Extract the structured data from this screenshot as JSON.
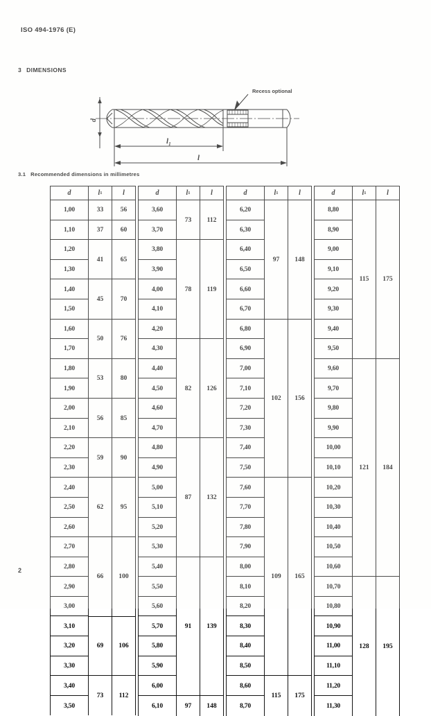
{
  "document": {
    "header": "ISO 494-1976 (E)",
    "page_number": "2"
  },
  "section": {
    "number": "3",
    "title": "DIMENSIONS"
  },
  "figure": {
    "label_diameter": "d",
    "label_length_flute": "l",
    "label_length_flute_sub": "1",
    "label_length_total": "l",
    "callout": "Recess optional"
  },
  "subsection": {
    "number": "3.1",
    "title": "Recommended dimensions in millimetres"
  },
  "table": {
    "headers": [
      "d",
      "l",
      "l"
    ],
    "header_sub": [
      "",
      "1",
      ""
    ],
    "blocks": [
      {
        "d": [
          "1,00",
          "1,10",
          "1,20",
          "1,30",
          "1,40",
          "1,50",
          "1,60",
          "1,70",
          "1,80",
          "1,90",
          "2,00",
          "2,10",
          "2,20",
          "2,30",
          "2,40",
          "2,50",
          "2,60",
          "2,70",
          "2,80",
          "2,90",
          "3,00",
          "3,10",
          "3,20",
          "3,30",
          "3,40",
          "3,50"
        ],
        "groups": [
          {
            "span": 1,
            "l1": "33",
            "l": "56"
          },
          {
            "span": 1,
            "l1": "37",
            "l": "60"
          },
          {
            "span": 2,
            "l1": "41",
            "l": "65"
          },
          {
            "span": 2,
            "l1": "45",
            "l": "70"
          },
          {
            "span": 2,
            "l1": "50",
            "l": "76"
          },
          {
            "span": 2,
            "l1": "53",
            "l": "80"
          },
          {
            "span": 2,
            "l1": "56",
            "l": "85"
          },
          {
            "span": 2,
            "l1": "59",
            "l": "90"
          },
          {
            "span": 3,
            "l1": "62",
            "l": "95"
          },
          {
            "span": 4,
            "l1": "66",
            "l": "100"
          },
          {
            "span": 3,
            "l1": "69",
            "l": "106"
          },
          {
            "span": 2,
            "l1": "73",
            "l": "112"
          }
        ]
      },
      {
        "d": [
          "3,60",
          "3,70",
          "3,80",
          "3,90",
          "4,00",
          "4,10",
          "4,20",
          "4,30",
          "4,40",
          "4,50",
          "4,60",
          "4,70",
          "4,80",
          "4,90",
          "5,00",
          "5,10",
          "5,20",
          "5,30",
          "5,40",
          "5,50",
          "5,60",
          "5,70",
          "5,80",
          "5,90",
          "6,00",
          "6,10"
        ],
        "groups": [
          {
            "span": 2,
            "l1": "73",
            "l": "112"
          },
          {
            "span": 5,
            "l1": "78",
            "l": "119"
          },
          {
            "span": 5,
            "l1": "82",
            "l": "126"
          },
          {
            "span": 6,
            "l1": "87",
            "l": "132"
          },
          {
            "span": 7,
            "l1": "91",
            "l": "139"
          },
          {
            "span": 1,
            "l1": "97",
            "l": "148"
          }
        ]
      },
      {
        "d": [
          "6,20",
          "6,30",
          "6,40",
          "6,50",
          "6,60",
          "6,70",
          "6,80",
          "6,90",
          "7,00",
          "7,10",
          "7,20",
          "7,30",
          "7,40",
          "7,50",
          "7,60",
          "7,70",
          "7,80",
          "7,90",
          "8,00",
          "8,10",
          "8,20",
          "8,30",
          "8,40",
          "8,50",
          "8,60",
          "8,70"
        ],
        "groups": [
          {
            "span": 6,
            "l1": "97",
            "l": "148"
          },
          {
            "span": 8,
            "l1": "102",
            "l": "156"
          },
          {
            "span": 10,
            "l1": "109",
            "l": "165"
          },
          {
            "span": 2,
            "l1": "115",
            "l": "175"
          }
        ]
      },
      {
        "d": [
          "8,80",
          "8,90",
          "9,00",
          "9,10",
          "9,20",
          "9,30",
          "9,40",
          "9,50",
          "9,60",
          "9,70",
          "9,80",
          "9,90",
          "10,00",
          "10,10",
          "10,20",
          "10,30",
          "10,40",
          "10,50",
          "10,60",
          "10,70",
          "10,80",
          "10,90",
          "11,00",
          "11,10",
          "11,20",
          "11,30"
        ],
        "groups": [
          {
            "span": 8,
            "l1": "115",
            "l": "175"
          },
          {
            "span": 11,
            "l1": "121",
            "l": "184"
          },
          {
            "span": 7,
            "l1": "128",
            "l": "195"
          }
        ]
      }
    ]
  },
  "colors": {
    "ink": "#0a0a0a",
    "paper": "#ffffff"
  }
}
